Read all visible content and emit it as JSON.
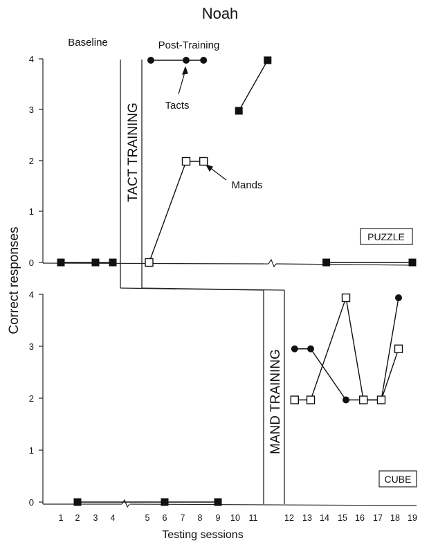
{
  "chart_data": {
    "type": "line",
    "title": "Noah",
    "xlabel": "Testing sessions",
    "ylabel": "Correct responses",
    "x_ticks": [
      1,
      2,
      3,
      4,
      5,
      6,
      7,
      8,
      9,
      10,
      11,
      12,
      13,
      14,
      15,
      16,
      17,
      18,
      19
    ],
    "ylim": [
      0,
      4
    ],
    "y_ticks": [
      0,
      1,
      2,
      3,
      4
    ],
    "phase_labels": {
      "baseline": "Baseline",
      "post_training": "Post-Training"
    },
    "phase_change_labels": {
      "tact": "TACT TRAINING",
      "mand": "MAND TRAINING"
    },
    "annotations": {
      "tacts": "Tacts",
      "mands": "Mands"
    },
    "panels": [
      {
        "label": "PUZZLE",
        "series": [
          {
            "marker": "filled-square",
            "points": [
              [
                1,
                0
              ],
              [
                3,
                0
              ],
              [
                4,
                0
              ]
            ]
          },
          {
            "marker": "filled-circle",
            "points": [
              [
                5.2,
                4
              ],
              [
                7.2,
                4
              ],
              [
                8.2,
                4
              ]
            ]
          },
          {
            "marker": "open-square",
            "points": [
              [
                5.1,
                0
              ],
              [
                7.2,
                2
              ],
              [
                8.2,
                2
              ]
            ]
          },
          {
            "marker": "filled-square",
            "points": [
              [
                10.2,
                3
              ],
              [
                11.4,
                4
              ]
            ]
          },
          {
            "marker": "filled-square",
            "points": [
              [
                14.1,
                0
              ],
              [
                19,
                0
              ]
            ]
          }
        ]
      },
      {
        "label": "CUBE",
        "series": [
          {
            "marker": "filled-square",
            "points": [
              [
                2,
                0
              ],
              [
                6,
                0
              ],
              [
                9,
                0
              ]
            ]
          },
          {
            "marker": "filled-circle",
            "points": [
              [
                12.3,
                3
              ],
              [
                13.2,
                3
              ],
              [
                15.2,
                2
              ],
              [
                16.2,
                2
              ],
              [
                17.2,
                2
              ],
              [
                18.2,
                4
              ]
            ]
          },
          {
            "marker": "open-square",
            "points": [
              [
                12.3,
                2
              ],
              [
                13.2,
                2
              ],
              [
                15.2,
                4
              ],
              [
                16.2,
                2
              ],
              [
                17.2,
                2
              ],
              [
                18.2,
                3
              ]
            ]
          }
        ]
      }
    ]
  }
}
